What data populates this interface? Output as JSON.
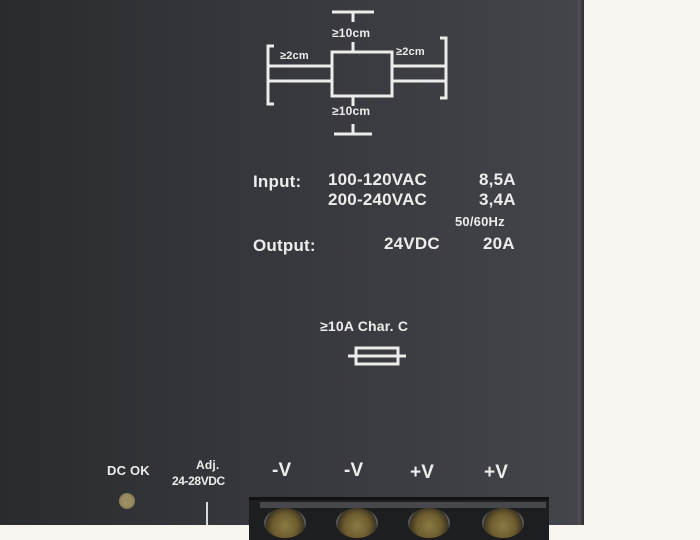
{
  "photo": {
    "subject": "Power supply front panel label",
    "colors": {
      "panel": "#34353a",
      "print": "#ececec",
      "wall": "#f8f6f0",
      "led_off": "#9c8e62"
    }
  },
  "clearance_diagram": {
    "top": "≥10cm",
    "bottom": "≥10cm",
    "left": "≥2cm",
    "right": "≥2cm"
  },
  "ratings": {
    "input_label": "Input:",
    "input_rows": [
      {
        "voltage": "100-120VAC",
        "current": "8,5A"
      },
      {
        "voltage": "200-240VAC",
        "current": "3,4A"
      }
    ],
    "frequency": "50/60Hz",
    "output_label": "Output:",
    "output_voltage": "24VDC",
    "output_current": "20A"
  },
  "fuse": {
    "label": "≥10A Char. C",
    "icon": "fuse-icon"
  },
  "indicators": {
    "dc_ok_label": "DC OK",
    "adj_label_line1": "Adj.",
    "adj_label_line2": "24-28VDC"
  },
  "terminals": [
    {
      "label": "-V"
    },
    {
      "label": "-V"
    },
    {
      "label": "+V"
    },
    {
      "label": "+V"
    }
  ]
}
